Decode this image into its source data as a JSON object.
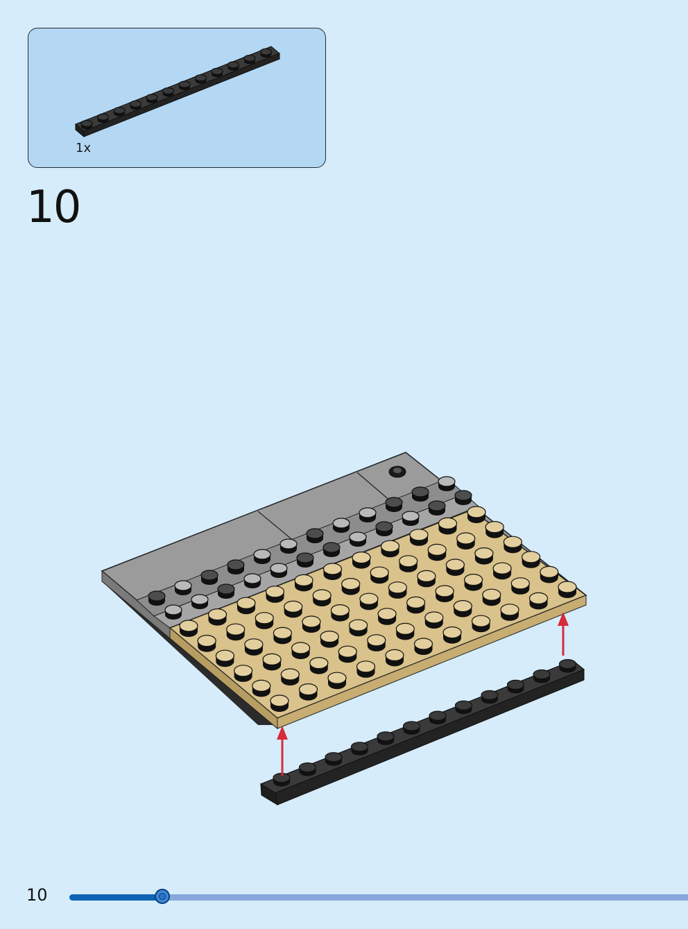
{
  "parts_callout": {
    "quantity": "1x",
    "part_icon": "black-plate-1x12-icon",
    "part_color": "#2b2b2b"
  },
  "step": {
    "number": "10"
  },
  "model": {
    "icon": "tan-and-gray-base-assembly-icon",
    "new_part_icon": "black-plate-1x12-icon",
    "arrow_icon": "red-attach-arrow-icon",
    "colors": {
      "tan": "#d9c28b",
      "gray": "#9b9b9b",
      "dark": "#4d4d4d",
      "black": "#2b2b2b",
      "arrow": "#d62b3a"
    }
  },
  "footer": {
    "page_number": "10",
    "progress": 0.15
  }
}
